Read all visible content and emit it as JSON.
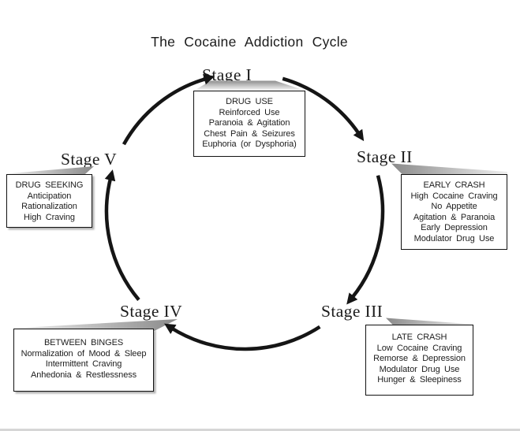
{
  "title": "The Cocaine Addiction Cycle",
  "stages": [
    {
      "label": "Stage I",
      "box_title": "DRUG USE",
      "items": [
        "Reinforced Use",
        "Paranoia & Agitation",
        "Chest Pain & Seizures",
        "Euphoria (or Dysphoria)"
      ]
    },
    {
      "label": "Stage II",
      "box_title": "EARLY CRASH",
      "items": [
        "High Cocaine Craving",
        "No Appetite",
        "Agitation & Paranoia",
        "Early Depression",
        "Modulator Drug Use"
      ]
    },
    {
      "label": "Stage III",
      "box_title": "LATE CRASH",
      "items": [
        "Low Cocaine Craving",
        "Remorse & Depression",
        "Modulator Drug Use",
        "Hunger & Sleepiness"
      ]
    },
    {
      "label": "Stage IV",
      "box_title": "BETWEEN BINGES",
      "items": [
        "Normalization of Mood & Sleep",
        "Intermittent Craving",
        "Anhedonia & Restlessness"
      ]
    },
    {
      "label": "Stage V",
      "box_title": "DRUG SEEKING",
      "items": [
        "Anticipation",
        "Rationalization",
        "High Craving"
      ]
    }
  ],
  "colors": {
    "ink": "#151515",
    "flag_dark": "#8e8e8e",
    "flag_light": "#f2f2f2",
    "bottom_strip": "#d6d6d6"
  }
}
